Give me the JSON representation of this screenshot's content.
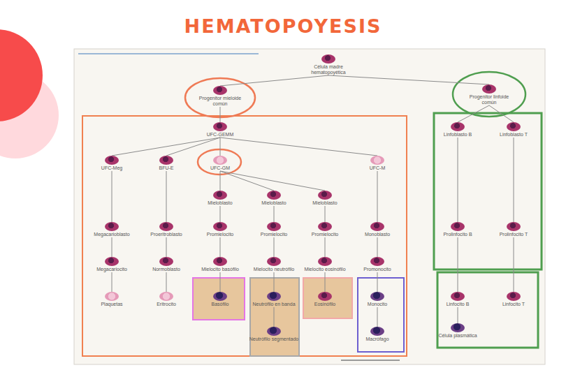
{
  "diagram": {
    "title": "HEMATOPOYESIS",
    "nodes": [
      {
        "text": [
          "Célula madre hematopoyética"
        ]
      },
      {
        "text": [
          "Progenitor mieloide común"
        ]
      },
      {
        "text": [
          "Progenitor linfoide común"
        ]
      },
      {
        "text": [
          "UFC-GEMM"
        ]
      },
      {
        "text": [
          "UFC-Meg"
        ]
      },
      {
        "text": [
          "Megacarioblasto"
        ]
      },
      {
        "text": [
          "Megacariocito"
        ]
      },
      {
        "text": [
          "Plaquetas"
        ]
      },
      {
        "text": [
          "BFU-E"
        ]
      },
      {
        "text": [
          "Proeritroblasto"
        ]
      },
      {
        "text": [
          "Normoblasto"
        ]
      },
      {
        "text": [
          "Eritrocito"
        ]
      },
      {
        "text": [
          "UFC-GM"
        ]
      },
      {
        "text": [
          "Mieloblasto"
        ]
      },
      {
        "text": [
          "Promielocito"
        ]
      },
      {
        "text": [
          "Mielocito basófilo"
        ]
      },
      {
        "text": [
          "Basófilo"
        ]
      },
      {
        "text": [
          "Mieloblasto"
        ]
      },
      {
        "text": [
          "Promielocito"
        ]
      },
      {
        "text": [
          "Mielocito neutrófilo"
        ]
      },
      {
        "text": [
          "Neutrófilo en banda"
        ]
      },
      {
        "text": [
          "Neutrófilo segmentado"
        ]
      },
      {
        "text": [
          "Mieloblasto"
        ]
      },
      {
        "text": [
          "Promielocito"
        ]
      },
      {
        "text": [
          "Mielocito eosinófilo"
        ]
      },
      {
        "text": [
          "Eosinófilo"
        ]
      },
      {
        "text": [
          "UFC-M"
        ]
      },
      {
        "text": [
          "Monoblasto"
        ]
      },
      {
        "text": [
          "Promonocito"
        ]
      },
      {
        "text": [
          "Monocito"
        ]
      },
      {
        "text": [
          "Macrófago"
        ]
      },
      {
        "text": [
          "Linfoblasto B"
        ]
      },
      {
        "text": [
          "Prolinfocito B"
        ]
      },
      {
        "text": [
          "Linfocito B"
        ]
      },
      {
        "text": [
          "Célula plasmática"
        ]
      },
      {
        "text": [
          "Linfoblasto T"
        ]
      },
      {
        "text": [
          "Prolinfocito T"
        ]
      },
      {
        "text": [
          "Linfocito T"
        ]
      }
    ],
    "edges": [
      {
        "from": 0,
        "to": 1,
        "arrow": "none"
      },
      {
        "from": 0,
        "to": 2,
        "arrow": "none"
      },
      {
        "from": 1,
        "to": 3,
        "arrow": "none"
      },
      {
        "from": 3,
        "to": 4,
        "arrow": "none"
      },
      {
        "from": 3,
        "to": 8,
        "arrow": "none"
      },
      {
        "from": 3,
        "to": 12,
        "arrow": "none"
      },
      {
        "from": 3,
        "to": 26,
        "arrow": "none"
      },
      {
        "from": 4,
        "to": 5,
        "arrow": "none"
      },
      {
        "from": 5,
        "to": 6,
        "arrow": "none"
      },
      {
        "from": 6,
        "to": 7,
        "arrow": "none"
      },
      {
        "from": 8,
        "to": 9,
        "arrow": "none"
      },
      {
        "from": 9,
        "to": 10,
        "arrow": "none"
      },
      {
        "from": 10,
        "to": 11,
        "arrow": "none"
      },
      {
        "from": 12,
        "to": 13,
        "arrow": "none"
      },
      {
        "from": 12,
        "to": 17,
        "arrow": "none"
      },
      {
        "from": 12,
        "to": 22,
        "arrow": "none"
      },
      {
        "from": 13,
        "to": 14,
        "arrow": "none"
      },
      {
        "from": 14,
        "to": 15,
        "arrow": "none"
      },
      {
        "from": 15,
        "to": 16,
        "arrow": "none"
      },
      {
        "from": 17,
        "to": 18,
        "arrow": "none"
      },
      {
        "from": 18,
        "to": 19,
        "arrow": "none"
      },
      {
        "from": 19,
        "to": 20,
        "arrow": "none"
      },
      {
        "from": 20,
        "to": 21,
        "arrow": "none"
      },
      {
        "from": 22,
        "to": 23,
        "arrow": "none"
      },
      {
        "from": 23,
        "to": 24,
        "arrow": "none"
      },
      {
        "from": 24,
        "to": 25,
        "arrow": "none"
      },
      {
        "from": 26,
        "to": 27,
        "arrow": "none"
      },
      {
        "from": 27,
        "to": 28,
        "arrow": "none"
      },
      {
        "from": 28,
        "to": 29,
        "arrow": "none"
      },
      {
        "from": 29,
        "to": 30,
        "arrow": "none"
      },
      {
        "from": 2,
        "to": 31,
        "arrow": "none"
      },
      {
        "from": 2,
        "to": 35,
        "arrow": "none"
      },
      {
        "from": 31,
        "to": 32,
        "arrow": "none"
      },
      {
        "from": 32,
        "to": 33,
        "arrow": "none"
      },
      {
        "from": 33,
        "to": 34,
        "arrow": "none"
      },
      {
        "from": 35,
        "to": 36,
        "arrow": "none"
      },
      {
        "from": 36,
        "to": 37,
        "arrow": "none"
      }
    ]
  }
}
